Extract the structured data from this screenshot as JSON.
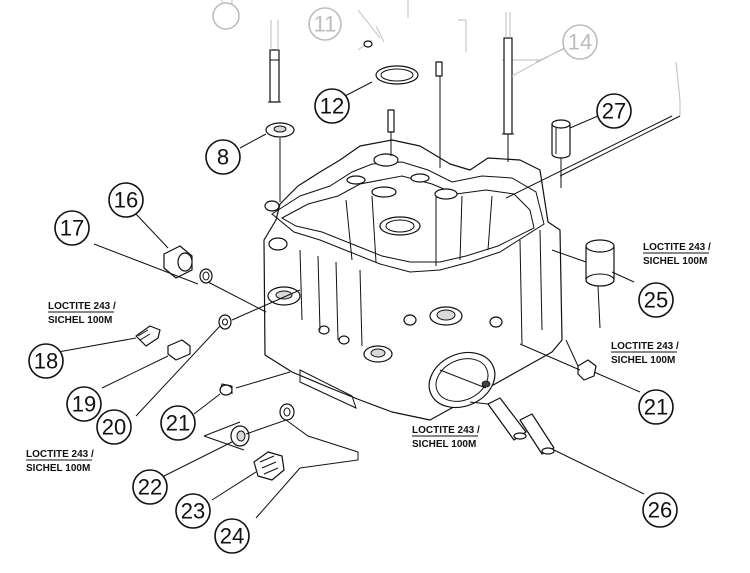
{
  "callouts": [
    {
      "id": "8",
      "label": "8"
    },
    {
      "id": "12",
      "label": "12"
    },
    {
      "id": "14",
      "label": "14"
    },
    {
      "id": "16",
      "label": "16"
    },
    {
      "id": "17",
      "label": "17"
    },
    {
      "id": "18",
      "label": "18"
    },
    {
      "id": "19",
      "label": "19"
    },
    {
      "id": "20",
      "label": "20"
    },
    {
      "id": "21a",
      "label": "21"
    },
    {
      "id": "21b",
      "label": "21"
    },
    {
      "id": "22",
      "label": "22"
    },
    {
      "id": "23",
      "label": "23"
    },
    {
      "id": "24",
      "label": "24"
    },
    {
      "id": "25",
      "label": "25"
    },
    {
      "id": "26",
      "label": "26"
    },
    {
      "id": "27",
      "label": "27"
    }
  ],
  "notes": [
    {
      "line1": "LOCTITE 243 /",
      "line2": "SICHEL 100M"
    },
    {
      "line1": "LOCTITE 243 /",
      "line2": "SICHEL 100M"
    },
    {
      "line1": "LOCTITE 243 /",
      "line2": "SICHEL 100M"
    },
    {
      "line1": "LOCTITE 243 /",
      "line2": "SICHEL 100M"
    },
    {
      "line1": "LOCTITE 243 /",
      "line2": "SICHEL 100M"
    }
  ],
  "colors": {
    "ink": "#111111",
    "faded": "#bdbdbd",
    "background": "#ffffff"
  }
}
